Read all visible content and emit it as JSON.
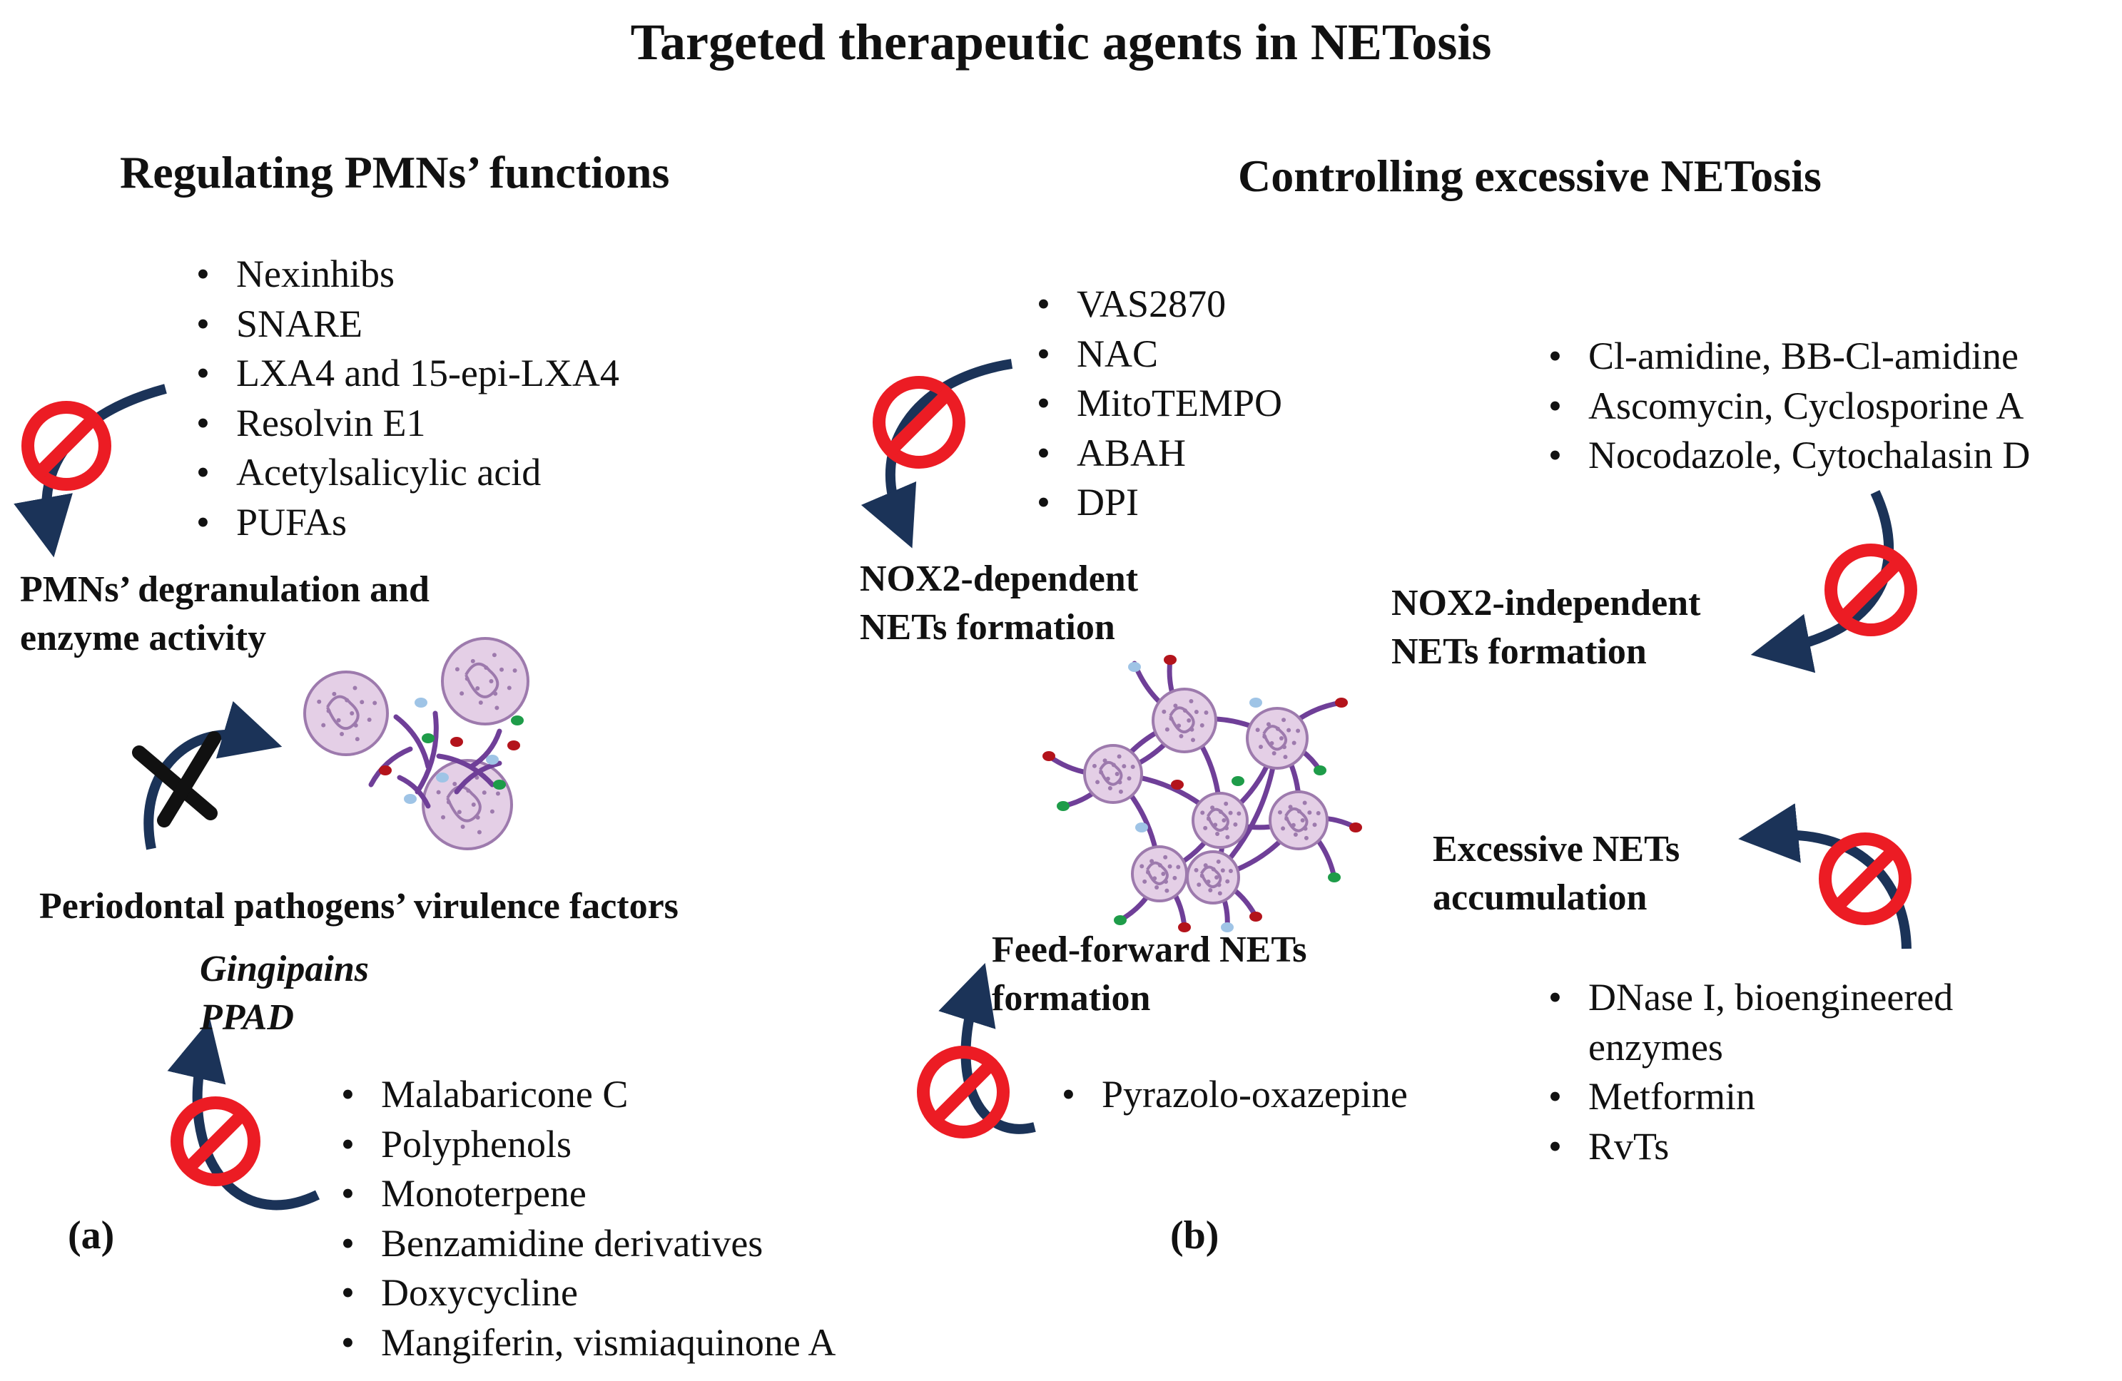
{
  "title": "Targeted therapeutic agents in NETosis",
  "colors": {
    "arrow": "#1b3358",
    "prohibit": "#ec1c24",
    "cell_fill": "#e4cfe6",
    "cell_stroke": "#9d7aad",
    "fiber": "#6f3f98",
    "granule_red": "#b3131b",
    "granule_green": "#1e9c49",
    "granule_blue": "#9fc4e6",
    "blocked_cross": "#111111"
  },
  "icons": [
    "curved-arrow-icon",
    "prohibition-icon",
    "cross-mark-icon",
    "neutrophil-cell-icon",
    "net-mesh-icon"
  ],
  "panel_a": {
    "heading": "Regulating PMNs’ functions",
    "label": "(a)",
    "pmn_inhibitors": [
      "Nexinhibs",
      "SNARE",
      "LXA4 and 15-epi-LXA4",
      "Resolvin E1",
      "Acetylsalicylic acid",
      "PUFAs"
    ],
    "degranulation_label": [
      "PMNs’ degranulation and",
      "enzyme activity"
    ],
    "virulence_label": "Periodontal pathogens’ virulence factors",
    "virulence_factors": [
      "Gingipains",
      "PPAD"
    ],
    "virulence_inhibitors": [
      "Malabaricone C",
      "Polyphenols",
      "Monoterpene",
      "Benzamidine derivatives",
      "Doxycycline",
      "Mangiferin, vismiaquinone A"
    ]
  },
  "panel_b": {
    "heading": "Controlling excessive NETosis",
    "label": "(b)",
    "nox2_dep_inhibitors": [
      "VAS2870",
      "NAC",
      "MitoTEMPO",
      "ABAH",
      "DPI"
    ],
    "nox2_dep_label": [
      "NOX2-dependent",
      "NETs formation"
    ],
    "nox2_indep_inhibitors": [
      "Cl-amidine, BB-Cl-amidine",
      "Ascomycin, Cyclosporine A",
      "Nocodazole, Cytochalasin D"
    ],
    "nox2_indep_label": [
      "NOX2-independent",
      "NETs formation"
    ],
    "accumulation_label": [
      "Excessive NETs",
      "accumulation"
    ],
    "accumulation_inhibitors": [
      "DNase I, bioengineered",
      "enzymes",
      "Metformin",
      "RvTs"
    ],
    "feed_forward_label": [
      "Feed-forward NETs",
      "formation"
    ],
    "feed_forward_inhibitors": [
      "Pyrazolo-oxazepine"
    ]
  }
}
